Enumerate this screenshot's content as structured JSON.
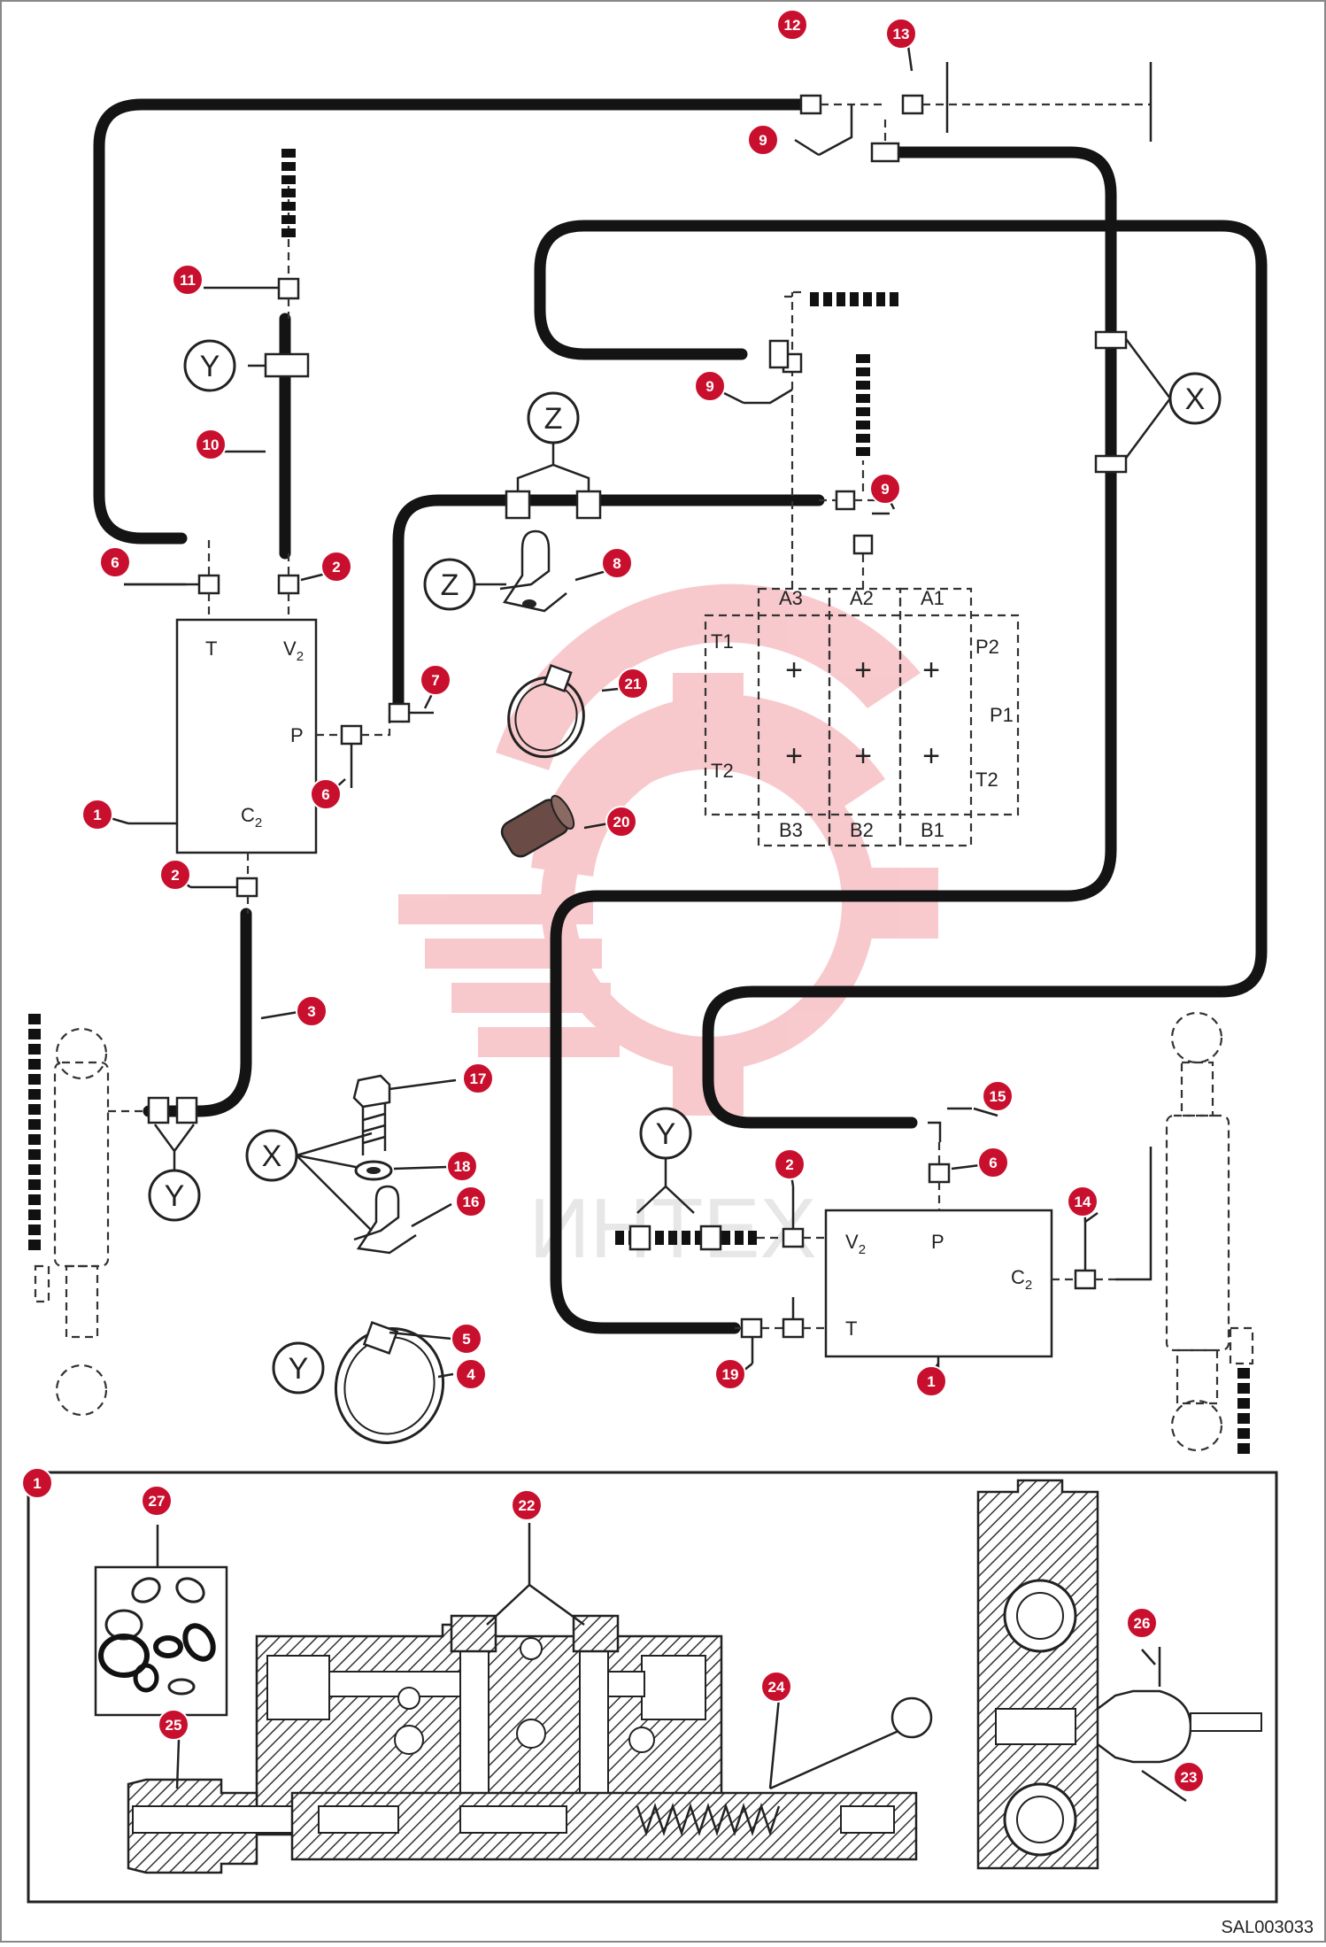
{
  "drawing_code": "SAL003033",
  "watermark_text": "ИНТЕХ",
  "ports": {
    "T": "T",
    "V2": "V",
    "V2_sub": "2",
    "P": "P",
    "C2": "C",
    "C2_sub": "2",
    "A3": "A3",
    "A2": "A2",
    "A1": "A1",
    "B3": "B3",
    "B2": "B2",
    "B1": "B1",
    "T1": "T1",
    "T2": "T2",
    "P1": "P1",
    "P2": "P2"
  },
  "letters": {
    "X": "X",
    "Y": "Y",
    "Z": "Z"
  },
  "callouts": [
    "1",
    "2",
    "3",
    "4",
    "5",
    "6",
    "7",
    "8",
    "9",
    "10",
    "11",
    "12",
    "13",
    "14",
    "15",
    "16",
    "17",
    "18",
    "19",
    "20",
    "21",
    "22",
    "23",
    "24",
    "25",
    "26",
    "27"
  ],
  "colors": {
    "callout": "#c8102e",
    "hose": "#141414",
    "watermark": "#e8414a"
  }
}
